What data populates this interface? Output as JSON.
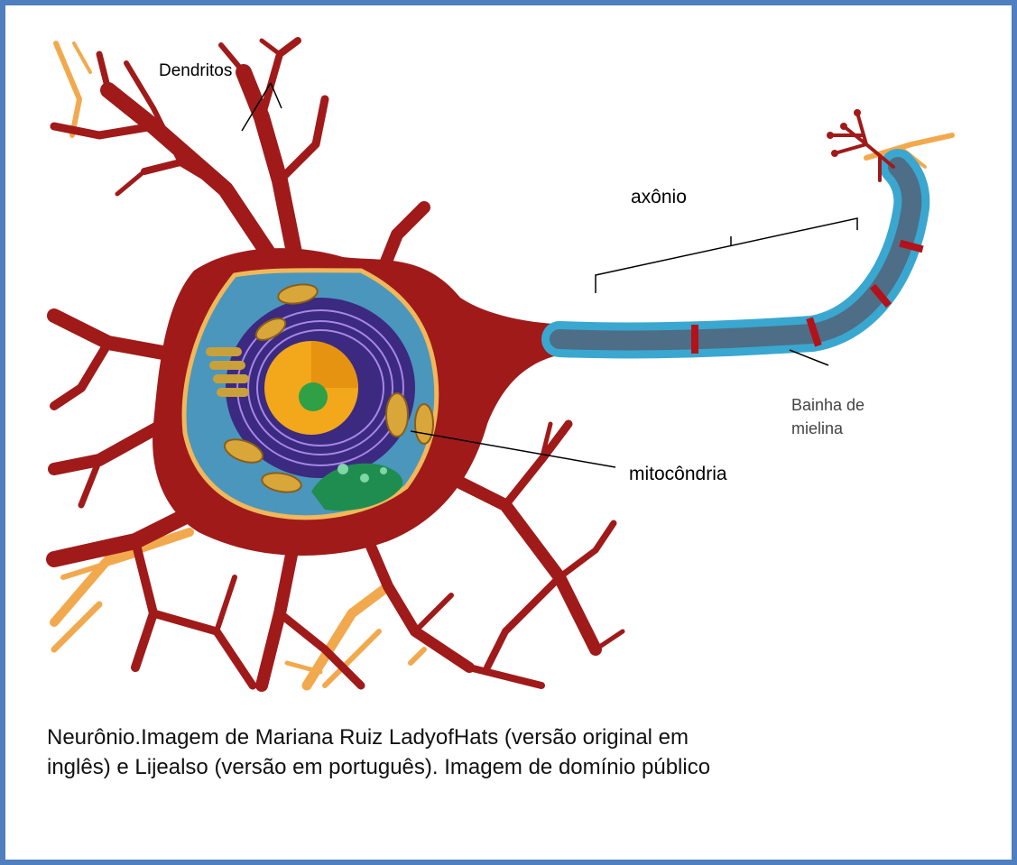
{
  "labels": {
    "dendritos": "Dendritos",
    "axonio": "axônio",
    "mitocondria": "mitocôndria",
    "bainha": "Bainha de\nmielina"
  },
  "caption": {
    "line1": "Neurônio.Imagem de Mariana Ruiz LadyofHats (versão  original em",
    "line2": "inglês) e Lijealso (versão em português). Imagem de domínio público"
  },
  "colors": {
    "frame": "#4f7fbe",
    "neuron_body": "#a01a1a",
    "axon_core": "#4d6e86",
    "myelin": "#3aa7d0",
    "glia": "#f2a94e",
    "cytoplasm": "#4b96bd",
    "nucleus_envelope": "#3b2a80",
    "nucleolus": "#2fa046"
  }
}
